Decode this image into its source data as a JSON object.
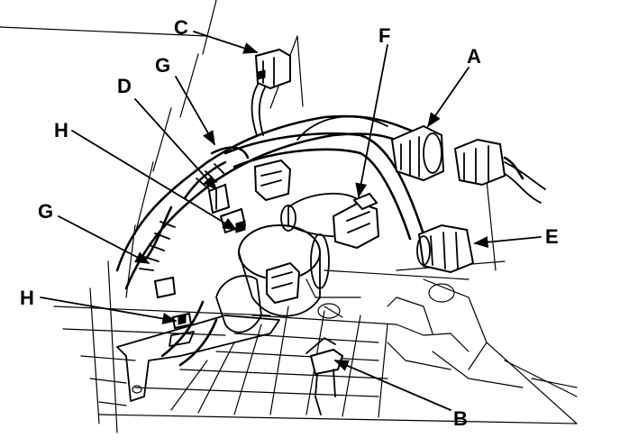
{
  "labels": {
    "A": "A",
    "B": "B",
    "C": "C",
    "D": "D",
    "E": "E",
    "F": "F",
    "G1": "G",
    "G2": "G",
    "H1": "H",
    "H2": "H"
  },
  "colors": {
    "ink": "#000000",
    "paper": "#ffffff"
  }
}
